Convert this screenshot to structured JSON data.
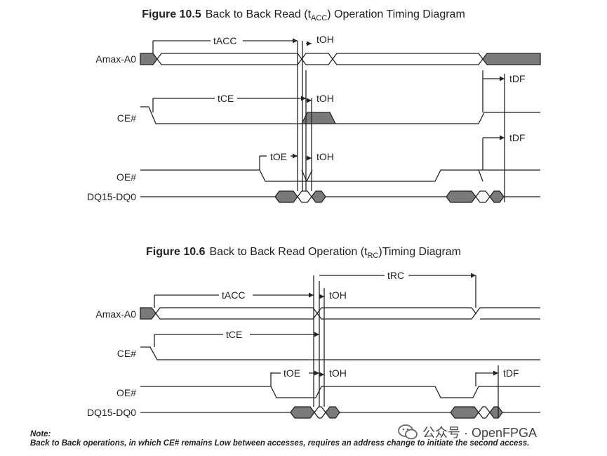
{
  "figure1": {
    "num": "Figure 10.5",
    "title_pre": "Back to Back Read (t",
    "title_sub": "ACC",
    "title_post": ") Operation Timing Diagram"
  },
  "figure2": {
    "num": "Figure 10.6",
    "title_pre": "Back to Back Read Operation (t",
    "title_sub": "RC",
    "title_post": ")Timing Diagram"
  },
  "signals": {
    "addr": "Amax-A0",
    "ce": "CE#",
    "oe": "OE#",
    "dq": "DQ15-DQ0"
  },
  "timing": {
    "tacc": "tACC",
    "toh": "tOH",
    "tce": "tCE",
    "toe": "tOE",
    "tdf": "tDF",
    "trc": "tRC"
  },
  "note": {
    "title": "Note:",
    "text": "Back to Back operations, in which CE# remains Low between accesses, requires an address change to initiate the second access."
  },
  "watermark": {
    "text": "公众号 · OpenFPGA"
  },
  "colors": {
    "line": "#222222",
    "fill": "#7a7a7a"
  }
}
